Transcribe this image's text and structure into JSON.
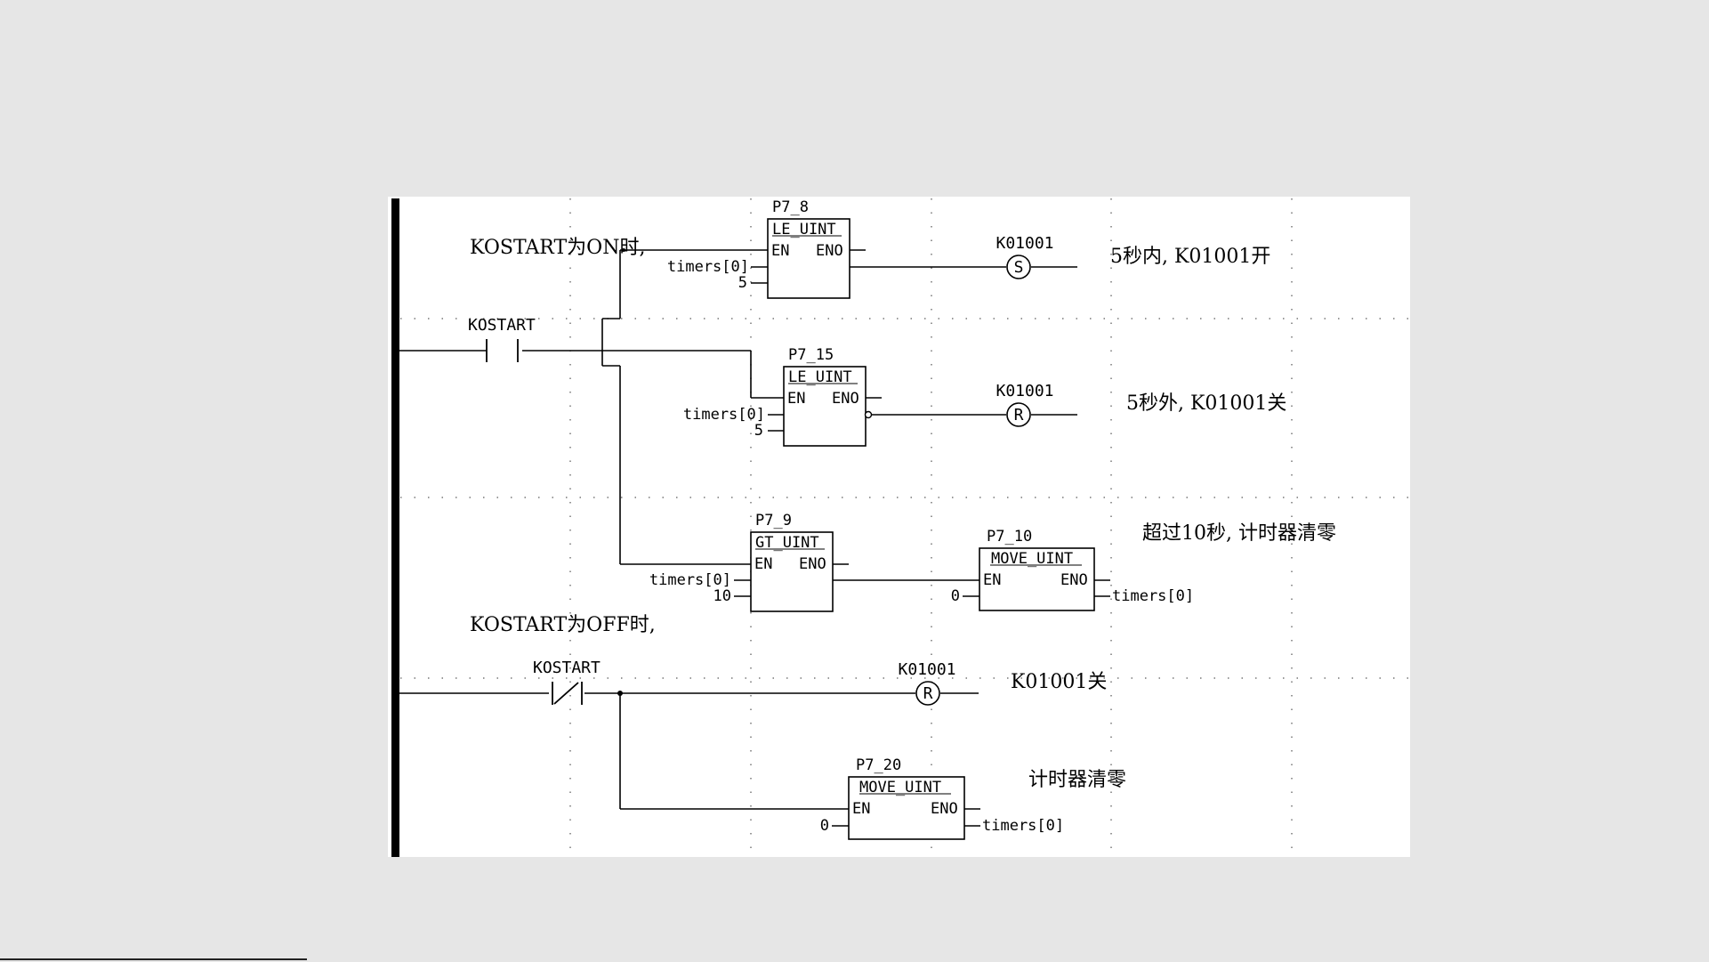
{
  "colors": {
    "background": "#e6e6e6",
    "panel": "#ffffff",
    "ink": "#000000"
  },
  "comments": {
    "on_cond": "KOSTART为ON时,",
    "off_cond": "KOSTART为OFF时,",
    "within5": "5秒内, K01001开",
    "after5": "5秒外, K01001关",
    "over10": "超过10秒, 计时器清零",
    "k_off": "K01001关",
    "timer_clear": "计时器清零"
  },
  "contacts": {
    "c1": "KOSTART",
    "c2": "KOSTART"
  },
  "coils": {
    "set1": {
      "tag": "K01001",
      "letter": "S"
    },
    "reset1": {
      "tag": "K01001",
      "letter": "R"
    },
    "reset2": {
      "tag": "K01001",
      "letter": "R"
    }
  },
  "blocks": {
    "p7_8": {
      "id": "P7_8",
      "type": "LE_UINT",
      "en": "EN",
      "eno": "ENO",
      "in1": "timers[0]",
      "in2": "5"
    },
    "p7_15": {
      "id": "P7_15",
      "type": "LE_UINT",
      "en": "EN",
      "eno": "ENO",
      "in1": "timers[0]",
      "in2": "5"
    },
    "p7_9": {
      "id": "P7_9",
      "type": "GT_UINT",
      "en": "EN",
      "eno": "ENO",
      "in1": "timers[0]",
      "in2": "10"
    },
    "p7_10": {
      "id": "P7_10",
      "type": "MOVE_UINT",
      "en": "EN",
      "eno": "ENO",
      "in1": "0",
      "out": "timers[0]"
    },
    "p7_20": {
      "id": "P7_20",
      "type": "MOVE_UINT",
      "en": "EN",
      "eno": "ENO",
      "in1": "0",
      "out": "timers[0]"
    }
  }
}
